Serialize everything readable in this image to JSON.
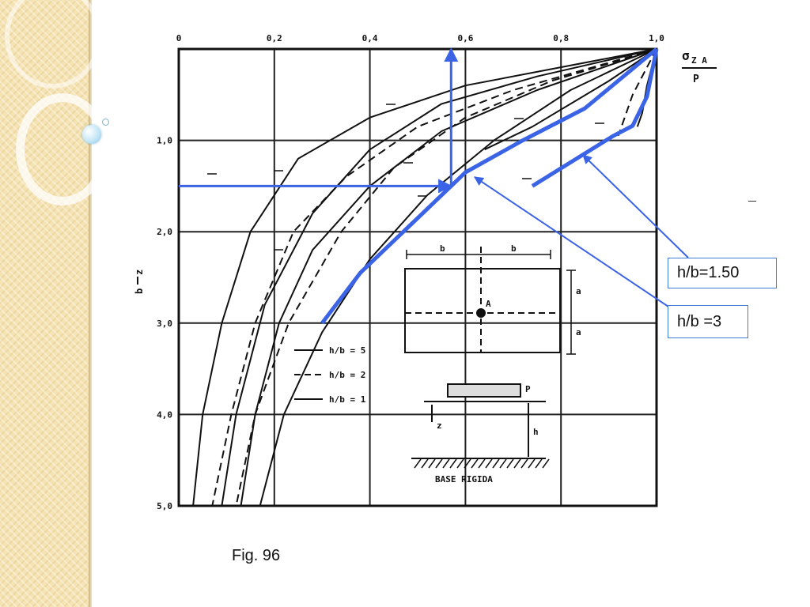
{
  "figure": {
    "caption": "Fig. 96",
    "callouts": [
      {
        "label": "h/b=1.50"
      },
      {
        "label": "h/b =3"
      }
    ]
  },
  "colors": {
    "ink": "#111111",
    "highlight": "#3a63e6",
    "callout_border": "#3c7fd9",
    "sidebar": "#f5e3b3"
  },
  "chart_data": {
    "type": "line",
    "x_ticks": [
      "0",
      "0,2",
      "0,4",
      "0,6",
      "0,8",
      "1,0"
    ],
    "y_ticks": [
      "1,0",
      "2,0",
      "3,0",
      "4,0",
      "5,0"
    ],
    "xlim": [
      0,
      1
    ],
    "ylim": [
      0,
      5
    ],
    "x_axis_label": "σZA / P",
    "y_axis_label": "z/b",
    "y_reversed": true,
    "grid": true,
    "series": [
      {
        "name": "h/b = 5",
        "style": "solid",
        "points": [
          [
            1,
            0
          ],
          [
            0.6,
            0.4
          ],
          [
            0.4,
            0.75
          ],
          [
            0.25,
            1.2
          ],
          [
            0.15,
            2
          ],
          [
            0.09,
            3
          ],
          [
            0.05,
            4
          ],
          [
            0.03,
            5
          ]
        ]
      },
      {
        "name": "h/b = 2",
        "style": "dashed",
        "points": [
          [
            1,
            0
          ],
          [
            0.7,
            0.45
          ],
          [
            0.5,
            0.85
          ],
          [
            0.35,
            1.4
          ],
          [
            0.24,
            2
          ],
          [
            0.16,
            3
          ],
          [
            0.11,
            4
          ],
          [
            0.07,
            5
          ]
        ]
      },
      {
        "name": "h/b = 1",
        "style": "solid",
        "points": [
          [
            1,
            0
          ],
          [
            0.75,
            0.45
          ],
          [
            0.55,
            0.9
          ],
          [
            0.4,
            1.5
          ],
          [
            0.28,
            2.2
          ],
          [
            0.21,
            3
          ],
          [
            0.16,
            4
          ],
          [
            0.13,
            5
          ]
        ]
      },
      {
        "style": "solid",
        "points": [
          [
            1,
            0
          ],
          [
            0.75,
            0.3
          ],
          [
            0.55,
            0.6
          ],
          [
            0.4,
            1.1
          ],
          [
            0.28,
            1.8
          ],
          [
            0.18,
            2.8
          ],
          [
            0.12,
            4
          ],
          [
            0.09,
            5
          ]
        ]
      },
      {
        "style": "dashed",
        "points": [
          [
            1,
            0
          ],
          [
            0.78,
            0.35
          ],
          [
            0.6,
            0.75
          ],
          [
            0.45,
            1.3
          ],
          [
            0.34,
            2
          ],
          [
            0.23,
            3
          ],
          [
            0.16,
            4
          ],
          [
            0.12,
            5
          ]
        ]
      },
      {
        "style": "solid",
        "points": [
          [
            1,
            0
          ],
          [
            0.82,
            0.45
          ],
          [
            0.66,
            1.0
          ],
          [
            0.52,
            1.6
          ],
          [
            0.4,
            2.3
          ],
          [
            0.3,
            3.1
          ],
          [
            0.22,
            4
          ],
          [
            0.17,
            5
          ]
        ]
      },
      {
        "style": "solid",
        "points": [
          [
            1,
            0
          ],
          [
            0.9,
            0.35
          ],
          [
            0.82,
            0.6
          ],
          [
            0.74,
            0.85
          ],
          [
            0.64,
            1.1
          ]
        ]
      },
      {
        "style": "dashed",
        "points": [
          [
            1,
            0
          ],
          [
            0.95,
            0.5
          ],
          [
            0.93,
            0.8
          ],
          [
            0.92,
            0.95
          ]
        ]
      },
      {
        "style": "solid",
        "points": [
          [
            1,
            0
          ],
          [
            0.98,
            0.4
          ],
          [
            0.97,
            0.7
          ],
          [
            0.96,
            0.85
          ]
        ]
      }
    ],
    "highlight_curves": [
      {
        "points": [
          [
            0.3,
            3.0
          ],
          [
            0.38,
            2.45
          ],
          [
            0.5,
            1.85
          ],
          [
            0.6,
            1.35
          ],
          [
            0.72,
            1.0
          ],
          [
            0.85,
            0.65
          ],
          [
            1,
            0
          ]
        ]
      },
      {
        "points": [
          [
            0.74,
            1.5
          ],
          [
            0.91,
            0.95
          ],
          [
            0.95,
            0.84
          ],
          [
            0.98,
            0.52
          ],
          [
            1,
            0
          ]
        ]
      }
    ],
    "reference_lines": [
      {
        "from": [
          0,
          1.5
        ],
        "to": [
          0.57,
          1.5
        ]
      },
      {
        "from": [
          0.57,
          1.5
        ],
        "to": [
          0.57,
          0
        ]
      }
    ]
  }
}
